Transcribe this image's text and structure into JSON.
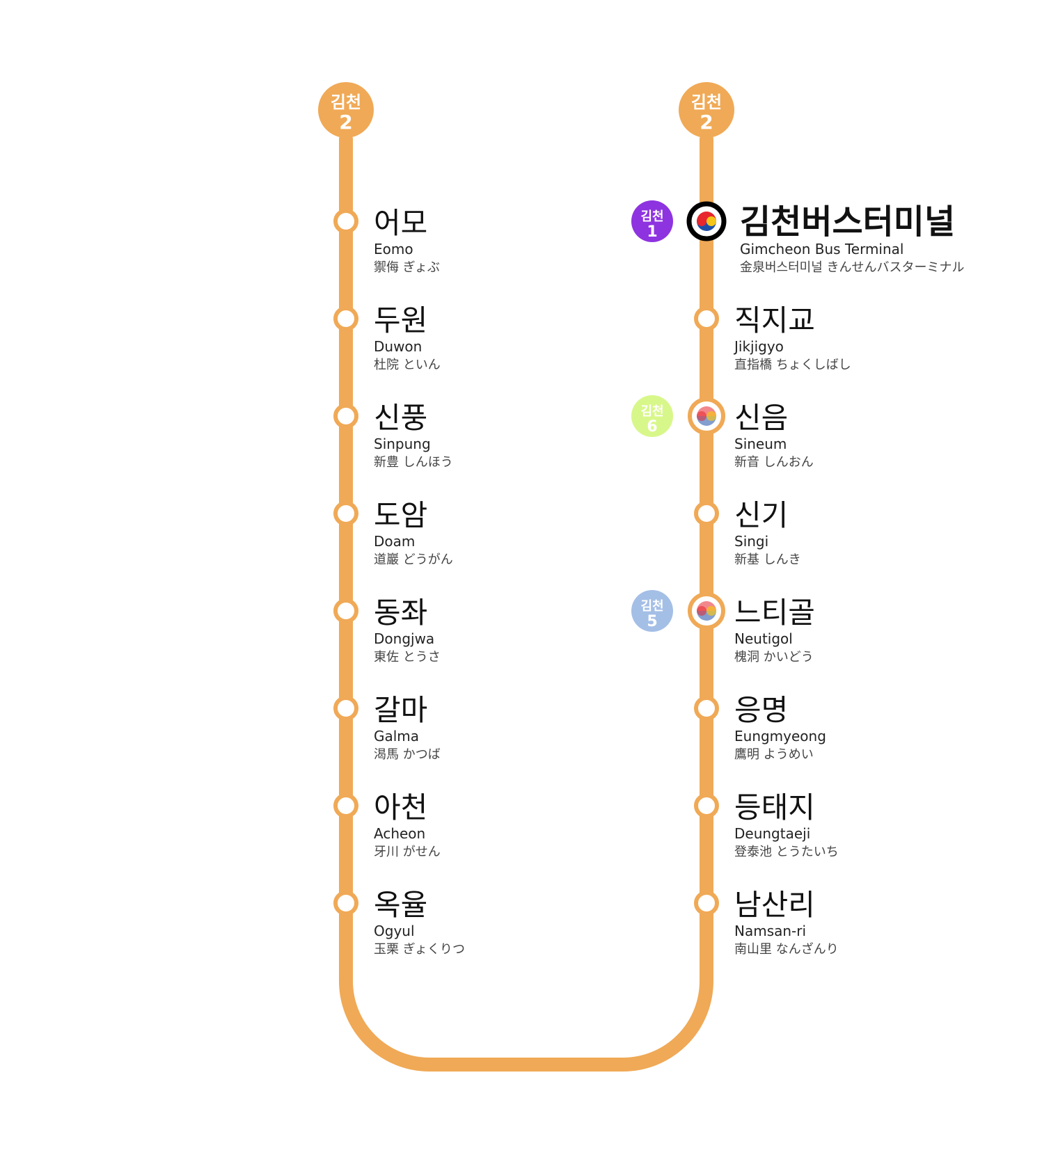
{
  "line": {
    "color": "#F0A956",
    "terminal_badge": {
      "top": "김천",
      "bottom": "2"
    }
  },
  "transfer_badges": [
    {
      "top": "김천",
      "bottom": "1",
      "color": "#8E33E0",
      "text_color": "#ffffff"
    },
    {
      "top": "김천",
      "bottom": "6",
      "color": "#D8F78A",
      "text_color": "#ffffff"
    },
    {
      "top": "김천",
      "bottom": "5",
      "color": "#A4BFE6",
      "text_color": "#ffffff"
    }
  ],
  "left_stations": [
    {
      "kr": "어모",
      "en": "Eomo",
      "jp": "禦侮 ぎょぶ"
    },
    {
      "kr": "두원",
      "en": "Duwon",
      "jp": "杜院 といん"
    },
    {
      "kr": "신풍",
      "en": "Sinpung",
      "jp": "新豊 しんほう"
    },
    {
      "kr": "도암",
      "en": "Doam",
      "jp": "道巖 どうがん"
    },
    {
      "kr": "동좌",
      "en": "Dongjwa",
      "jp": "東佐 とうさ"
    },
    {
      "kr": "갈마",
      "en": "Galma",
      "jp": "渴馬 かつば"
    },
    {
      "kr": "아천",
      "en": "Acheon",
      "jp": "牙川 がせん"
    },
    {
      "kr": "옥율",
      "en": "Ogyul",
      "jp": "玉栗 ぎょくりつ"
    }
  ],
  "right_stations": [
    {
      "kr": "김천버스터미널",
      "en": "Gimcheon Bus Terminal",
      "jp": "金泉버스터미널 きんせんバスターミナル",
      "type": "major",
      "transfer": 0
    },
    {
      "kr": "직지교",
      "en": "Jikjigyo",
      "jp": "直指橋 ちょくしばし",
      "type": "normal"
    },
    {
      "kr": "신음",
      "en": "Sineum",
      "jp": "新音 しんおん",
      "type": "transfer",
      "transfer": 1
    },
    {
      "kr": "신기",
      "en": "Singi",
      "jp": "新基 しんき",
      "type": "normal"
    },
    {
      "kr": "느티골",
      "en": "Neutigol",
      "jp": "槐洞 かいどう",
      "type": "transfer",
      "transfer": 2
    },
    {
      "kr": "응명",
      "en": "Eungmyeong",
      "jp": "鷹明 ようめい",
      "type": "normal"
    },
    {
      "kr": "등태지",
      "en": "Deungtaeji",
      "jp": "登泰池 とうたいち",
      "type": "normal"
    },
    {
      "kr": "남산리",
      "en": "Namsan-ri",
      "jp": "南山里 なんざんり",
      "type": "normal"
    }
  ],
  "taeguk_colors": {
    "red": "#E8262E",
    "blue": "#1E4FA8",
    "yellow": "#F5C518"
  }
}
